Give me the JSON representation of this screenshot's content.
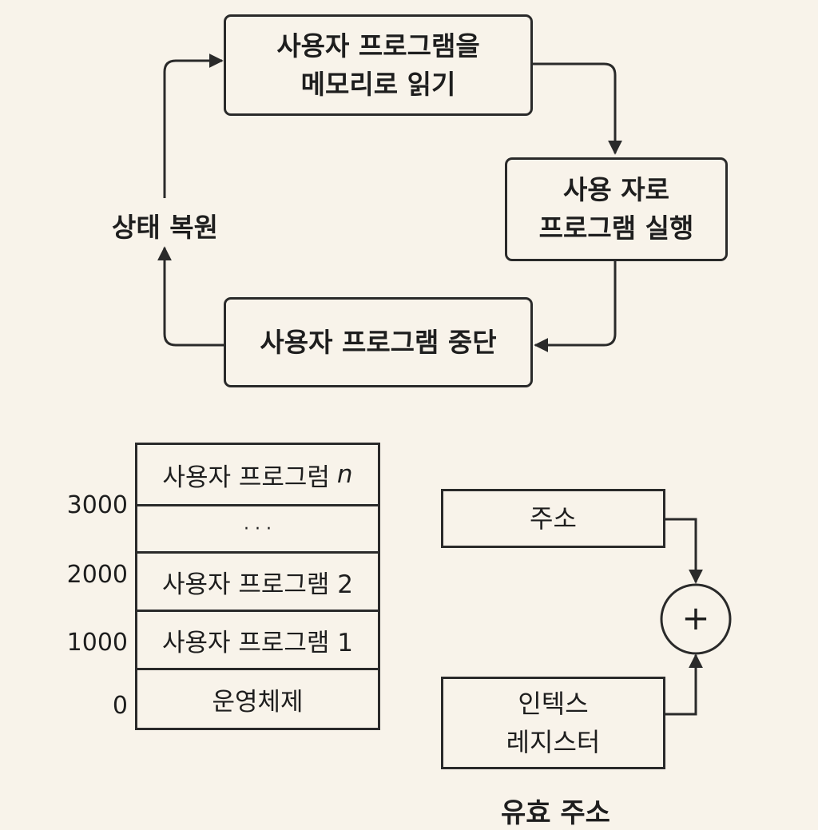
{
  "cycle": {
    "load_box": {
      "line1": "사용자 프로그램을",
      "line2": "메모리로 읽기"
    },
    "run_box": {
      "line1": "사용 자로",
      "line2": "프로그램 실행"
    },
    "stop_box": {
      "text": "사용자 프로그램 중단"
    },
    "restore_label": "상태 복원"
  },
  "memory": {
    "rows": [
      {
        "label": "사용자 프로그럼",
        "suffix": "n"
      },
      {
        "label": "· · ·"
      },
      {
        "label": "사용자 프로그램 2"
      },
      {
        "label": "사용자 프로그램 1"
      },
      {
        "label": "운영체제"
      }
    ],
    "addresses": [
      "3000",
      "2000",
      "1000",
      "0"
    ]
  },
  "address_calc": {
    "address_box": "주소",
    "plus_symbol": "+",
    "index_box": {
      "line1": "인텍스",
      "line2": "레지스터"
    },
    "result_label": "유효 주소"
  }
}
